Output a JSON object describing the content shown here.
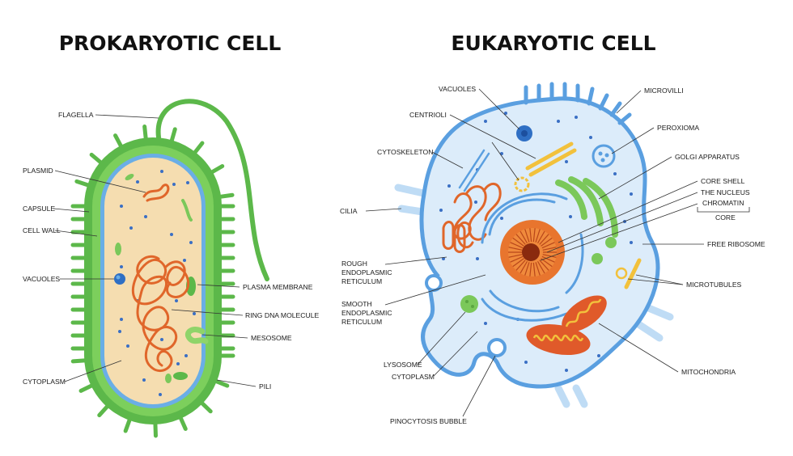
{
  "titles": {
    "prokaryotic": "PROKARYOTIC CELL",
    "eukaryotic": "EUKARYOTIC CELL"
  },
  "prokaryotic_labels": {
    "flagella": "FLAGELLA",
    "plasmid": "PLASMID",
    "capsule": "CAPSULE",
    "cell_wall": "CELL WALL",
    "vacuoles": "VACUOLES",
    "cytoplasm": "CYTOPLASM",
    "plasma_membrane": "PLASMA MEMBRANE",
    "ring_dna": "RING DNA MOLECULE",
    "mesosome": "MESOSOME",
    "pili": "PILI"
  },
  "eukaryotic_labels": {
    "vacuoles": "VACUOLES",
    "centrioli": "CENTRIOLI",
    "cytoskeleton": "CYTOSKELETON",
    "cilia": "CILIA",
    "rough_er_1": "ROUGH",
    "rough_er_2": "ENDOPLASMIC",
    "rough_er_3": "RETICULUM",
    "smooth_er_1": "SMOOTH",
    "smooth_er_2": "ENDOPLASMIC",
    "smooth_er_3": "RETICULUM",
    "lysosome": "LYSOSOME",
    "cytoplasm": "CYTOPLASM",
    "pinocytosis": "PINOCYTOSIS BUBBLE",
    "microvilli": "MICROVILLI",
    "peroxioma": "PEROXIOMA",
    "golgi": "GOLGI APPARATUS",
    "core_shell": "CORE SHELL",
    "nucleus": "THE NUCLEUS",
    "chromatin": "CHROMATIN",
    "core": "CORE",
    "free_ribosome": "FREE RIBOSOME",
    "microtubules": "MICROTUBULES",
    "mitochondria": "MITOCHONDRIA"
  },
  "colors": {
    "capsule_green": "#5cb84a",
    "cell_wall_green": "#7ccf5c",
    "membrane_blue": "#6aaee6",
    "prok_cytoplasm": "#f5ddb0",
    "dna_orange": "#e0662a",
    "euk_cytoplasm": "#dcecfa",
    "euk_membrane": "#5a9fe0",
    "nucleus_orange": "#e8752e",
    "nucleolus": "#8a2a0e",
    "golgi_green": "#7bc85a",
    "mito_red": "#e05a2a",
    "yellow": "#f2c13c",
    "cilia_blue": "#bfdcf5"
  }
}
